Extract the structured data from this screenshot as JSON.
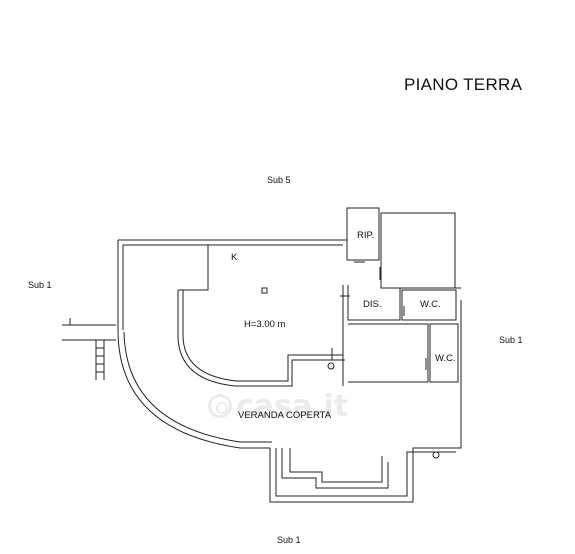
{
  "title": "PIANO TERRA",
  "subs": {
    "top": "Sub 5",
    "left": "Sub 1",
    "right": "Sub 1",
    "bottom": "Sub 1"
  },
  "rooms": {
    "kitchen": "K",
    "height": "H=3.00 m",
    "storage": "RIP.",
    "hall": "DIS.",
    "wc1": "W.C.",
    "wc2": "W.C.",
    "veranda": "VERANDA COPERTA"
  },
  "watermark": "casa.it"
}
